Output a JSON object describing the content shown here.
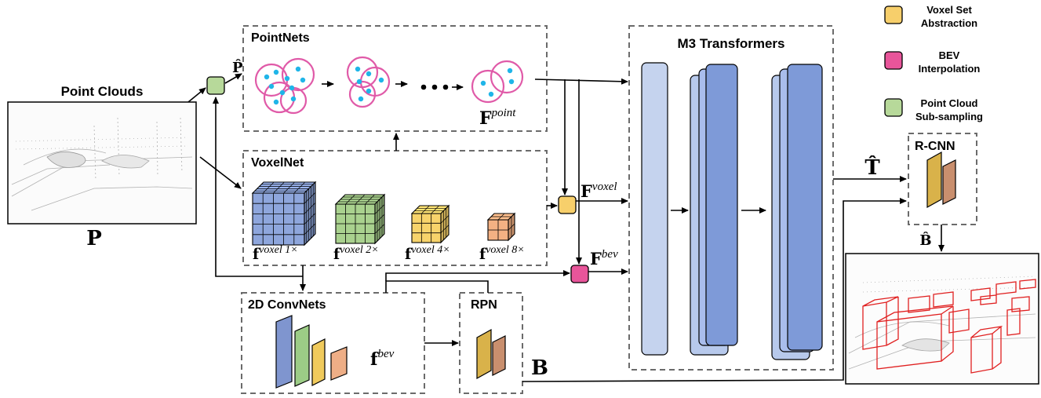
{
  "legend": {
    "voxel_set_abstraction": [
      "Voxel Set",
      "Abstraction"
    ],
    "bev_interpolation": [
      "BEV",
      "Interpolation"
    ],
    "point_cloud_subsampling": [
      "Point Cloud",
      "Sub-sampling"
    ],
    "colors": {
      "vsa": "#f7cf6b",
      "bev": "#e8559a",
      "subsample": "#b7d99a"
    }
  },
  "input": {
    "title": "Point Clouds",
    "symbol": "P"
  },
  "subsample_symbol": "P̂",
  "pointnets": {
    "title": "PointNets",
    "feature_base": "F",
    "feature_sup": "point"
  },
  "voxelnet": {
    "title": "VoxelNet",
    "features": [
      {
        "base": "f",
        "sup": "voxel",
        "scale": "1×",
        "color": "#8ea6dc"
      },
      {
        "base": "f",
        "sup": "voxel",
        "scale": "2×",
        "color": "#a9d18e"
      },
      {
        "base": "f",
        "sup": "voxel",
        "scale": "4×",
        "color": "#f7d36b"
      },
      {
        "base": "f",
        "sup": "voxel",
        "scale": "8×",
        "color": "#f4b183"
      }
    ]
  },
  "convnets": {
    "title": "2D ConvNets",
    "feature_base": "f",
    "feature_sup": "bev"
  },
  "rpn": {
    "title": "RPN",
    "output": "B"
  },
  "fusion": {
    "voxel_base": "F",
    "voxel_sup": "voxel",
    "bev_base": "F",
    "bev_sup": "bev"
  },
  "transformers": {
    "title": "M3 Transformers",
    "output": "T̂"
  },
  "rcnn": {
    "title": "R-CNN",
    "output": "B̂"
  }
}
